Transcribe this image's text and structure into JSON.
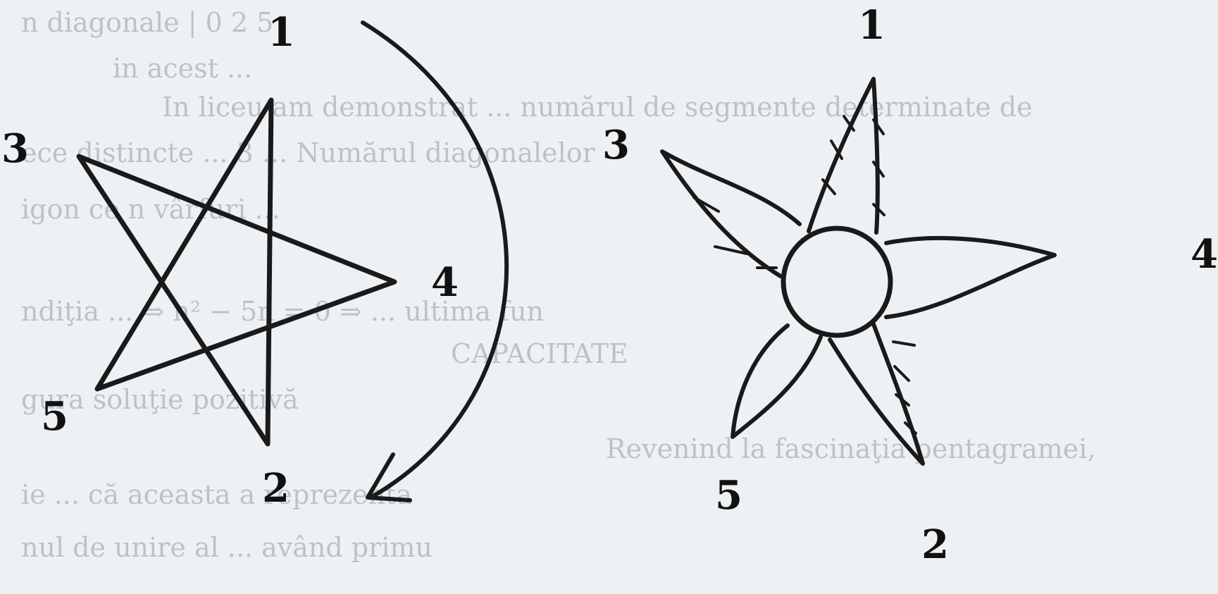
{
  "background_text": [
    "n diagonale | 0 2 5",
    "in acest ... ",
    "In liceu am demonstrat ... numărul de segmente determinate de",
    "ece distincte ... 3 ... Numărul diagonalelor",
    "igon ce n vârfuri ...",
    "ndiţia ... ⇒ n² − 5n = 0 ⇒ ... ultima fun",
    "CAPACITATE",
    "gura soluţie pozitivă",
    "Revenind la fascinaţia pentagramei,",
    "ie ... că aceasta a reprezenta",
    "nul de unire al ... având primu"
  ],
  "left_star": {
    "labels": {
      "v1": "1",
      "v2": "2",
      "v3": "3",
      "v4": "4",
      "v5": "5"
    }
  },
  "right_star": {
    "labels": {
      "v1": "1",
      "v2": "2",
      "v3": "3",
      "v4": "4",
      "v5": "5"
    }
  },
  "colors": {
    "ink": "#1a1a1a",
    "paper": "#eef1f3",
    "faint_text": "#b9c3cc"
  }
}
